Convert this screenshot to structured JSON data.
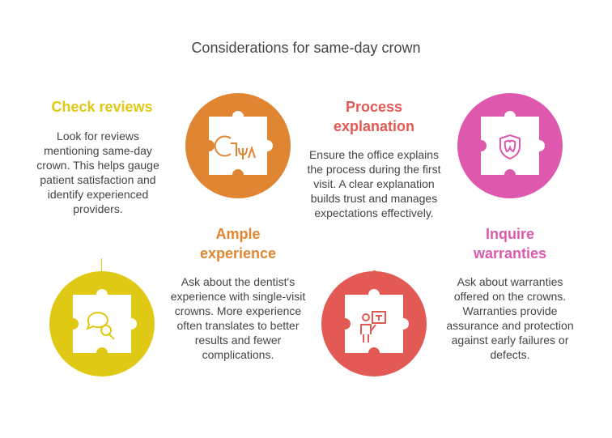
{
  "title": "Considerations for same-day crown",
  "items": [
    {
      "heading": "Check reviews",
      "text": "Look for reviews mentioning same-day crown. This helps gauge patient satisfaction and identify experienced providers.",
      "color": "#E0C915",
      "icon": "chat-search-icon"
    },
    {
      "heading": "Ample experience",
      "text": "Ask about the dentist's experience with single-visit crowns. More experience often translates to better results and fewer complications.",
      "color": "#E08532",
      "icon": "dental-tools-icon"
    },
    {
      "heading": "Process explanation",
      "text": "Ensure the office explains the process during the first visit. A clear explanation builds trust and manages expectations effectively.",
      "color": "#E35A54",
      "icon": "presenter-icon"
    },
    {
      "heading": "Inquire warranties",
      "text": "Ask about warranties offered on the crowns. Warranties provide assurance and protection against early failures or defects.",
      "color": "#DE59AE",
      "icon": "tooth-shield-icon"
    }
  ]
}
